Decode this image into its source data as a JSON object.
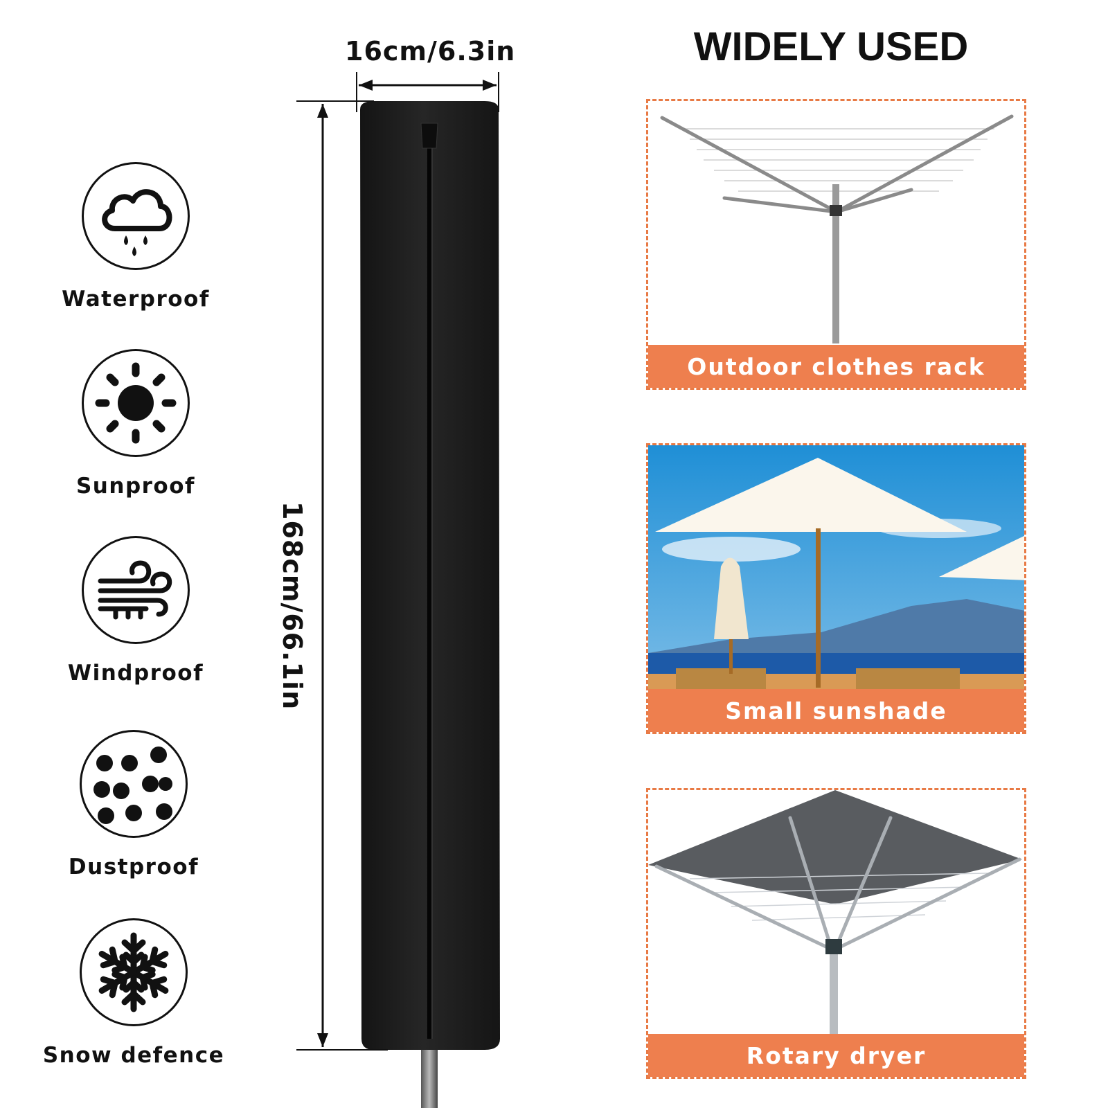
{
  "header": {
    "title": "WIDELY USED"
  },
  "dimensions": {
    "width_label": "16cm/6.3in",
    "height_label": "168cm/66.1in"
  },
  "features": [
    {
      "label": "Waterproof",
      "icon": "rain-cloud-icon"
    },
    {
      "label": "Sunproof",
      "icon": "sun-icon"
    },
    {
      "label": "Windproof",
      "icon": "wind-icon"
    },
    {
      "label": "Dustproof",
      "icon": "dust-icon"
    },
    {
      "label": "Snow defence",
      "icon": "snowflake-icon"
    }
  ],
  "uses": [
    {
      "caption": "Outdoor clothes rack"
    },
    {
      "caption": "Small sunshade"
    },
    {
      "caption": "Rotary dryer"
    }
  ],
  "colors": {
    "accent": "#ee7f4e",
    "cover": "#1c1c1c",
    "icon": "#111111"
  }
}
